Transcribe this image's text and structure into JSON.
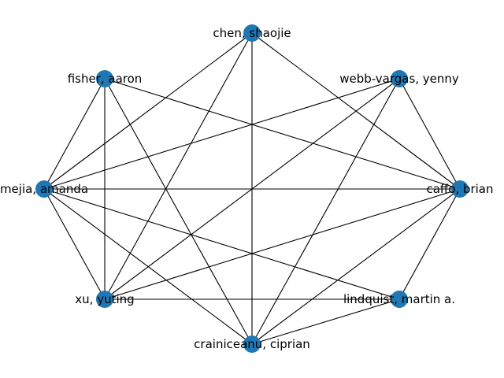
{
  "graph": {
    "node_color": "#1f77b4",
    "edge_color": "#000000",
    "nodes": [
      {
        "id": "chen",
        "label": "chen, shaojie"
      },
      {
        "id": "webb",
        "label": "webb-vargas, yenny"
      },
      {
        "id": "caffo",
        "label": "caffo, brian"
      },
      {
        "id": "lindquist",
        "label": "lindquist, martin a."
      },
      {
        "id": "crainiceanu",
        "label": "crainiceanu, ciprian"
      },
      {
        "id": "xu",
        "label": "xu, yuting"
      },
      {
        "id": "mejia",
        "label": "mejia, amanda"
      },
      {
        "id": "fisher",
        "label": "fisher, aaron"
      }
    ],
    "edges": [
      [
        "chen",
        "mejia"
      ],
      [
        "chen",
        "xu"
      ],
      [
        "chen",
        "crainiceanu"
      ],
      [
        "chen",
        "caffo"
      ],
      [
        "fisher",
        "mejia"
      ],
      [
        "fisher",
        "xu"
      ],
      [
        "fisher",
        "crainiceanu"
      ],
      [
        "fisher",
        "caffo"
      ],
      [
        "webb",
        "mejia"
      ],
      [
        "webb",
        "xu"
      ],
      [
        "webb",
        "crainiceanu"
      ],
      [
        "webb",
        "caffo"
      ],
      [
        "mejia",
        "caffo"
      ],
      [
        "mejia",
        "xu"
      ],
      [
        "mejia",
        "crainiceanu"
      ],
      [
        "mejia",
        "lindquist"
      ],
      [
        "caffo",
        "xu"
      ],
      [
        "caffo",
        "crainiceanu"
      ],
      [
        "caffo",
        "lindquist"
      ],
      [
        "xu",
        "lindquist"
      ],
      [
        "crainiceanu",
        "lindquist"
      ]
    ]
  }
}
